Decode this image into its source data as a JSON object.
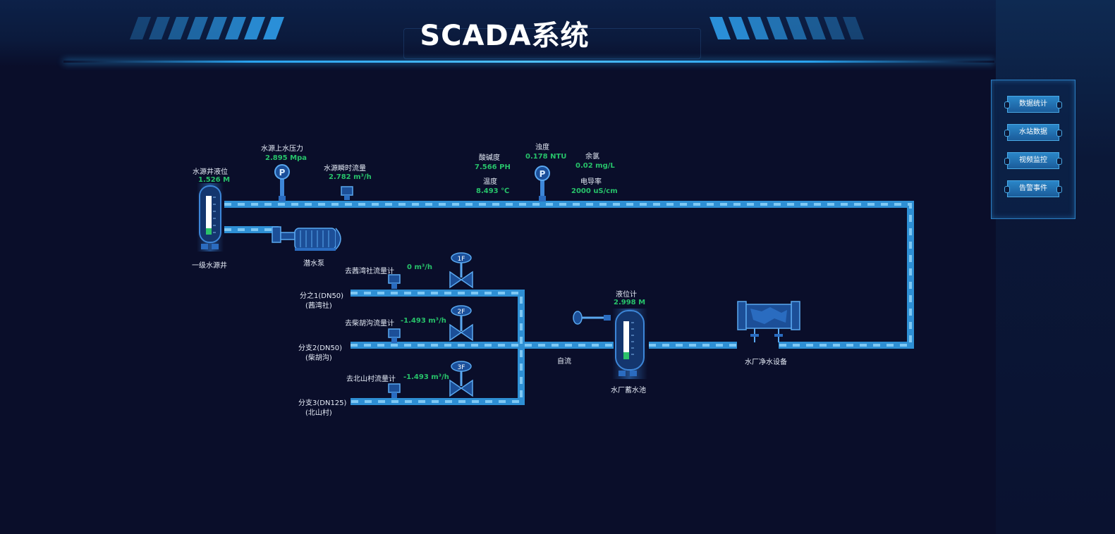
{
  "title": "SCADA系统",
  "menu": {
    "items": [
      "数据统计",
      "水站数据",
      "视频监控",
      "告警事件"
    ]
  },
  "sensors": {
    "well_level": {
      "label": "水源井液位",
      "value": "1.526 M"
    },
    "pressure": {
      "label": "水源上水压力",
      "value": "2.895 Mpa"
    },
    "flow": {
      "label": "水源瞬时流量",
      "value": "2.782 m³/h"
    },
    "ph": {
      "label": "酸碱度",
      "value": "7.566 PH"
    },
    "temp": {
      "label": "温度",
      "value": "8.493 ℃"
    },
    "turbidity": {
      "label": "浊度",
      "value": "0.178 NTU"
    },
    "chlorine": {
      "label": "余氯",
      "value": "0.02 mg/L"
    },
    "conductivity": {
      "label": "电导率",
      "value": "2000 uS/cm"
    },
    "tank_level": {
      "label": "液位计",
      "value": "2.998 M"
    }
  },
  "equipment": {
    "well": "一级水源井",
    "pump": "潜水泵",
    "plant": "水厂净水设备",
    "tank": "水厂蓄水池",
    "gravity": "自流"
  },
  "branches": [
    {
      "name": "分之1(DN50)",
      "sub": "(茜湾社)",
      "meter": "去茜湾社流量计",
      "flow": "0 m³/h",
      "valve": "1F"
    },
    {
      "name": "分支2(DN50)",
      "sub": "(柴胡沟)",
      "meter": "去柴胡沟流量计",
      "flow": "-1.493 m³/h",
      "valve": "2F"
    },
    {
      "name": "分支3(DN125)",
      "sub": "(北山村)",
      "meter": "去北山村流量计",
      "flow": "-1.493 m³/h",
      "valve": "3F"
    }
  ],
  "colors": {
    "pipe": "#2e8fd4",
    "pipe_dash": "#7ec8f4",
    "value_green": "#27c26a",
    "accent": "#2aa3ef"
  }
}
